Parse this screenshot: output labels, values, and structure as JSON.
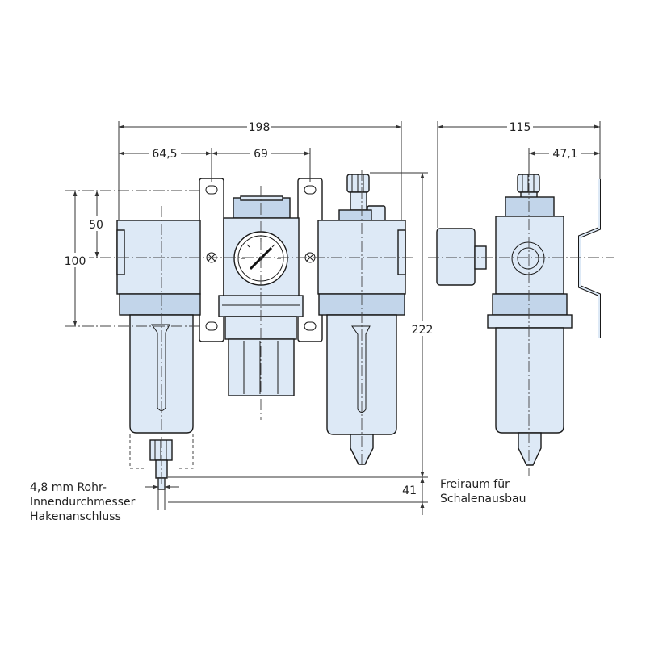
{
  "dimensions": {
    "overall_width": "198",
    "filter_offset": "64,5",
    "regulator_spacing": "69",
    "depth": "115",
    "gauge_offset": "47,1",
    "upper_height": "50",
    "mount_height": "100",
    "total_height": "222",
    "bowl_clearance": "41"
  },
  "notes": {
    "tube_line1": "4,8 mm Rohr-",
    "tube_line2": "Innendurchmesser",
    "tube_line3": "Hakenanschluss",
    "clearance_line1": "Freiraum für",
    "clearance_line2": "Schalenausbau"
  },
  "colors": {
    "body_fill": "#dde9f6",
    "outline": "#1a1a1a"
  }
}
